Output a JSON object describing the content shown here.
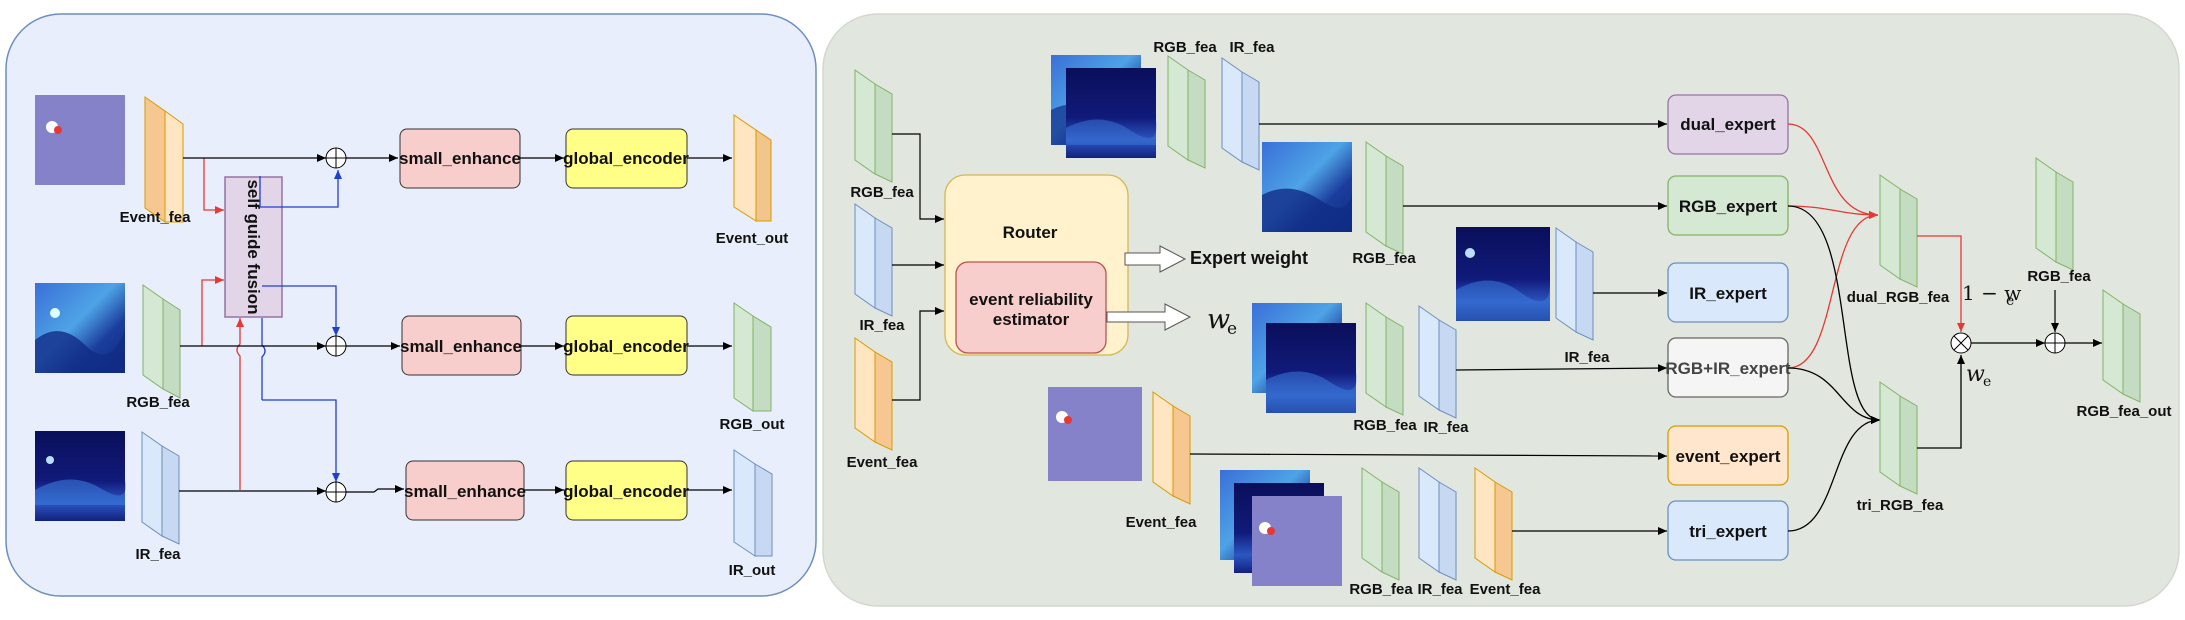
{
  "left_panel": {
    "fusion_label": "self guide fusion",
    "enhance_label": "small_enhance",
    "encoder_label": "global_encoder",
    "inputs": [
      "Event_fea",
      "RGB_fea",
      "IR_fea"
    ],
    "outputs": [
      "Event_out",
      "RGB_out",
      "IR_out"
    ]
  },
  "right_panel": {
    "router_title": "Router",
    "estimator_label": [
      "event reliability",
      "estimator"
    ],
    "expert_weight_label": "Expert weight",
    "we_symbol": "w",
    "we_sub": "e",
    "router_inputs": [
      "RGB_fea",
      "IR_fea",
      "Event_fea"
    ],
    "experts": [
      "dual_expert",
      "RGB_expert",
      "IR_expert",
      "RGB+IR_expert",
      "event_expert",
      "tri_expert"
    ],
    "feature_labels": {
      "rgb_top": "RGB_fea",
      "ir_top": "IR_fea",
      "rgb_mid": "RGB_fea",
      "ir_irexpert": "IR_fea",
      "rgb_rgbir": "RGB_fea",
      "ir_rgbir": "IR_fea",
      "event_expert_in": "Event_fea",
      "tri_rgb": "RGB_fea",
      "tri_ir": "IR_fea",
      "tri_event": "Event_fea"
    },
    "dual_out": "dual_RGB_fea",
    "tri_out": "tri_RGB_fea",
    "one_minus_we": "1 − w",
    "rgb_skip": "RGB_fea",
    "final_out": "RGB_fea_out"
  },
  "colors": {
    "left_bg": "#e8eefb",
    "left_border": "#6c8ebf",
    "right_bg": "#e1e7de",
    "right_border": "#d2d8cf",
    "event_feat": "#ffe5c2",
    "event_feat_stroke": "#d79b00",
    "rgb_feat": "#d5e8d4",
    "rgb_feat_stroke": "#82b366",
    "ir_feat": "#dae8fc",
    "ir_feat_stroke": "#6c8ebf",
    "enhance": "#f8cecc",
    "encoder": "#ffff88",
    "fusion": "#e1d5e7",
    "router": "#fff2cc",
    "dual": "#e1d5e7",
    "rgb_expert": "#d5e8d4",
    "ir_expert": "#dae8fc",
    "rgbir_expert": "#f5f5f5",
    "event_expert": "#ffe6cc",
    "tri_expert": "#dae8fc"
  }
}
